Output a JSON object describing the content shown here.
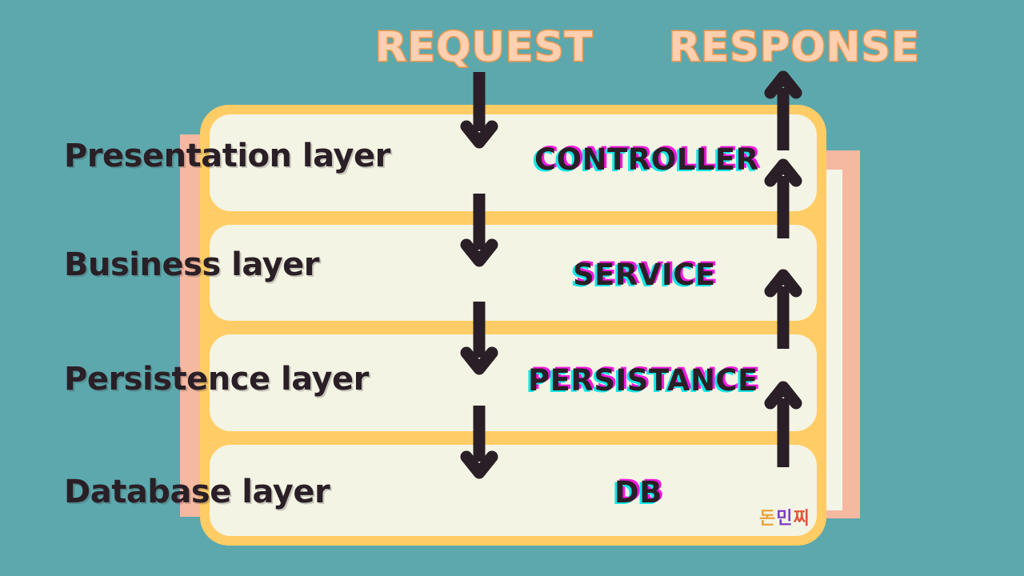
{
  "diagram": {
    "title_request": "REQUEST",
    "title_response": "RESPONSE",
    "watermark": "돈민찌",
    "layers": [
      {
        "label": "Presentation layer",
        "component": "CONTROLLER"
      },
      {
        "label": "Business layer",
        "component": "SERVICE"
      },
      {
        "label": "Persistence layer",
        "component": "PERSISTANCE"
      },
      {
        "label": "Database layer",
        "component": "DB"
      }
    ],
    "colors": {
      "background": "#5DA8AC",
      "gold": "#FFCC66",
      "salmon": "#F5B8A0",
      "cream": "#F4F4E4",
      "ink": "#2A1F26",
      "header_fill": "#FCD0B0",
      "header_stroke": "#F0984F",
      "aberration_cyan": "#12E6E6",
      "aberration_magenta": "#F318E0"
    },
    "flow": {
      "request_direction": "down",
      "response_direction": "up",
      "request_arrow_count": 4,
      "response_arrow_count": 4
    }
  }
}
